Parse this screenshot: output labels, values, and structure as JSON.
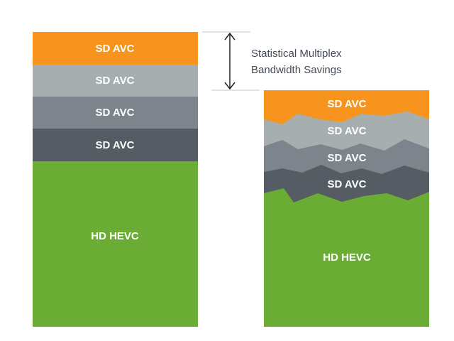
{
  "colors": {
    "sd_orange": "#f7941d",
    "sd_light_gray": "#a7aeb0",
    "sd_mid_gray": "#7d848b",
    "sd_dark_gray": "#565c63",
    "hd_green": "#6aac34",
    "annotation_line": "#c8c8c8",
    "arrow": "#222222",
    "caption_text": "#444b55"
  },
  "left_stack": {
    "segments": [
      {
        "label": "SD AVC",
        "color_key": "sd_orange"
      },
      {
        "label": "SD AVC",
        "color_key": "sd_light_gray"
      },
      {
        "label": "SD AVC",
        "color_key": "sd_mid_gray"
      },
      {
        "label": "SD AVC",
        "color_key": "sd_dark_gray"
      },
      {
        "label": "HD HEVC",
        "color_key": "hd_green"
      }
    ]
  },
  "right_stack": {
    "segments": [
      {
        "label": "SD AVC",
        "color_key": "sd_orange"
      },
      {
        "label": "SD AVC",
        "color_key": "sd_light_gray"
      },
      {
        "label": "SD AVC",
        "color_key": "sd_mid_gray"
      },
      {
        "label": "SD AVC",
        "color_key": "sd_dark_gray"
      },
      {
        "label": "HD HEVC",
        "color_key": "hd_green"
      }
    ]
  },
  "annotation": {
    "line1": "Statistical Multiplex",
    "line2": "Bandwidth Savings"
  }
}
